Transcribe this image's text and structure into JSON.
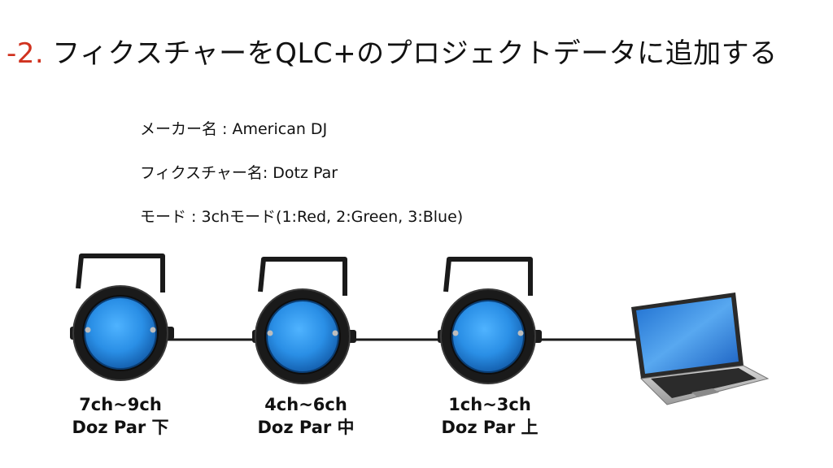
{
  "title": {
    "number": "-2.",
    "text": "フィクスチャーをQLC+のプロジェクトデータに追加する"
  },
  "info": {
    "maker": "メーカー名 : American DJ",
    "fixture": "フィクスチャー名: Dotz Par",
    "mode": "モード : 3chモード(1:Red, 2:Green, 3:Blue)"
  },
  "fixtures": [
    {
      "channels": "7ch~9ch",
      "name": "Doz Par 下"
    },
    {
      "channels": "4ch~6ch",
      "name": "Doz Par 中"
    },
    {
      "channels": "1ch~3ch",
      "name": "Doz Par 上"
    }
  ],
  "colors": {
    "title_number": "#d0321f",
    "lens_blue": "#2a8fe6",
    "fixture_body": "#1a1a1a"
  },
  "icons": [
    "par-light-icon",
    "laptop-icon"
  ]
}
